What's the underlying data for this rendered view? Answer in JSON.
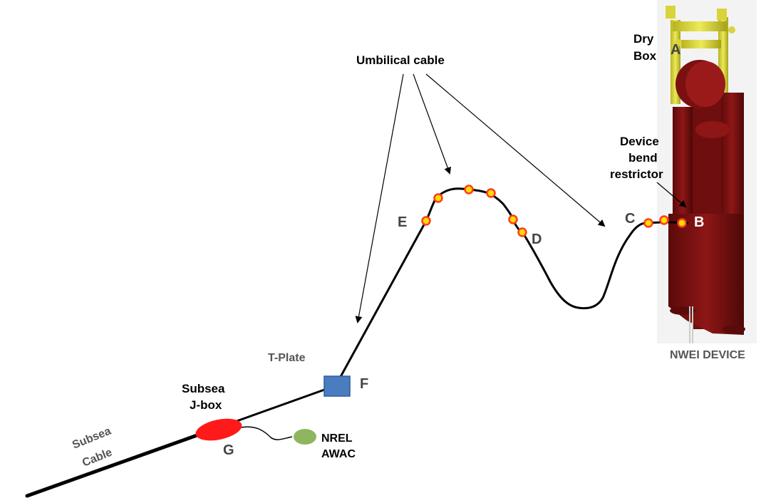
{
  "labels": {
    "umbilical_cable": "Umbilical cable",
    "dry_box_line1": "Dry",
    "dry_box_line2": "Box",
    "device_bend_line1": "Device",
    "device_bend_line2": "bend",
    "device_bend_line3": "restrictor",
    "nwei_device": "NWEI DEVICE",
    "t_plate": "T-Plate",
    "subsea_jbox_line1": "Subsea",
    "subsea_jbox_line2": "J-box",
    "nrel_awac_line1": "NREL",
    "nrel_awac_line2": "AWAC",
    "subsea_cable_line1": "Subsea",
    "subsea_cable_line2": "Cable"
  },
  "points": {
    "a": "A",
    "b": "B",
    "c": "C",
    "d": "D",
    "e": "E",
    "f": "F",
    "g": "G"
  },
  "colors": {
    "cable": "#000000",
    "device_red": "#7a1010",
    "device_yellow": "#e2de3a",
    "tplate_blue": "#4a7cc0",
    "jbox_red": "#ff1a1a",
    "awac_green": "#8fb55e",
    "float_fill": "#ffdd00",
    "float_ring": "#ff3b1f"
  }
}
